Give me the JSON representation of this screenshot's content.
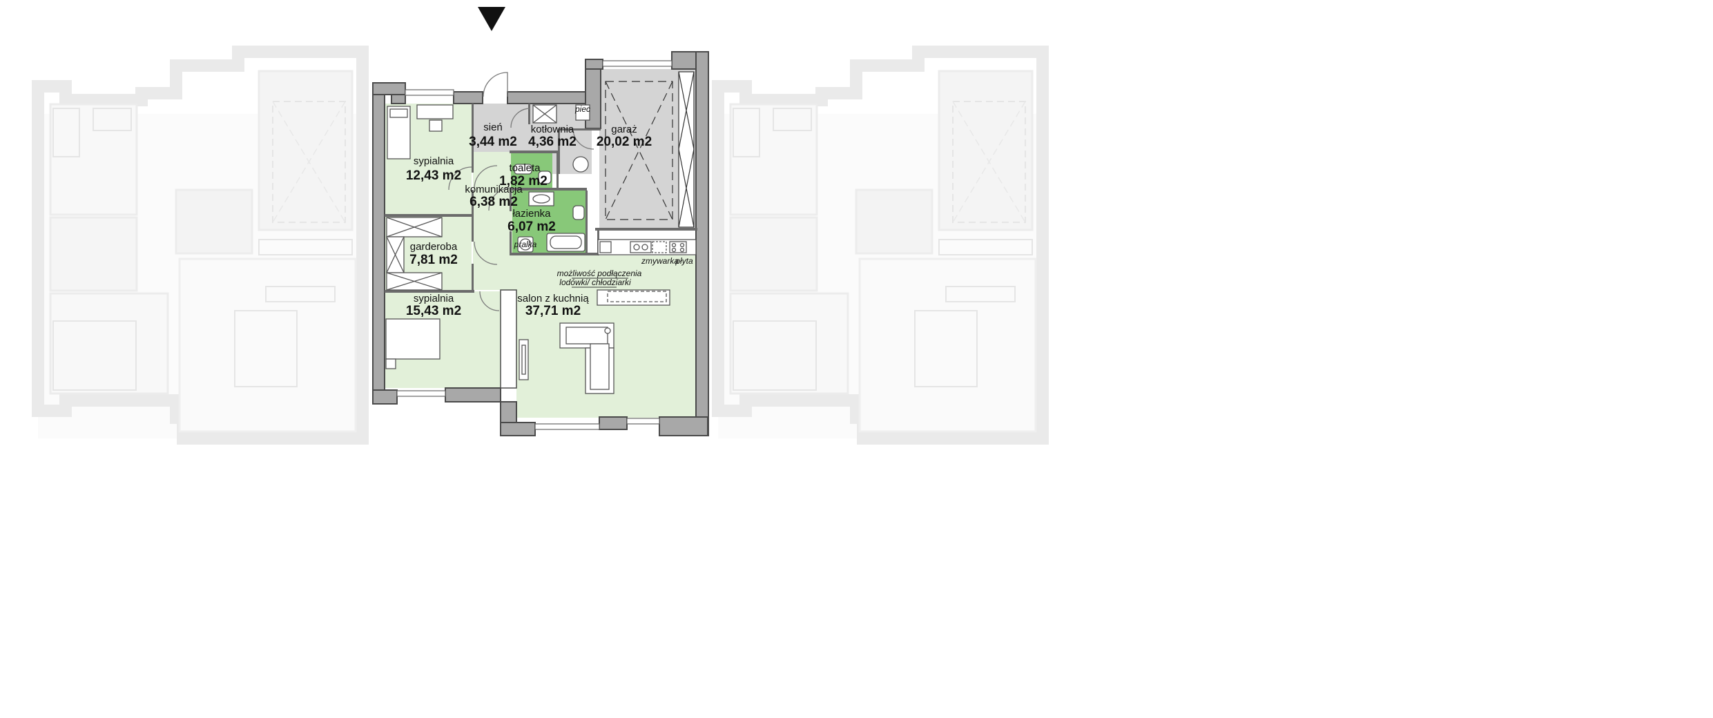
{
  "colors": {
    "wall": "#a8a8a8",
    "wall_stroke": "#4a4a4a",
    "green_dark": "#88c879",
    "green_light": "#e2f0d9",
    "gray_room": "#d4d4d4",
    "neighbor_wall": "#cfcfcf",
    "neighbor_fill": "#ececec"
  },
  "entrance_marker": "triangle-down-icon",
  "rooms": {
    "sypialnia1": {
      "name": "sypialnia",
      "area": "12,43 m2"
    },
    "sien": {
      "name": "sień",
      "area": "3,44 m2"
    },
    "kotlownia": {
      "name": "kotłownia",
      "area": "4,36 m2"
    },
    "garaz": {
      "name": "garaż",
      "area": "20,02 m2"
    },
    "toaleta": {
      "name": "toaleta",
      "area": "1,82 m2"
    },
    "komunikacja": {
      "name": "komunikacja",
      "area": "6,38 m2"
    },
    "lazienka": {
      "name": "łazienka",
      "area": "6,07 m2"
    },
    "garderoba": {
      "name": "garderoba",
      "area": "7,81 m2"
    },
    "sypialnia2": {
      "name": "sypialnia",
      "area": "15,43 m2"
    },
    "salon": {
      "name": "salon z kuchnią",
      "area": "37,71 m2"
    }
  },
  "labels": {
    "piec": "piec",
    "pralka": "pralka",
    "zmywarka": "zmywarka",
    "plyta": "płyta",
    "fridge_line1": "możliwość podłączenia",
    "fridge_line2": "lodówki/ chłodziarki"
  }
}
